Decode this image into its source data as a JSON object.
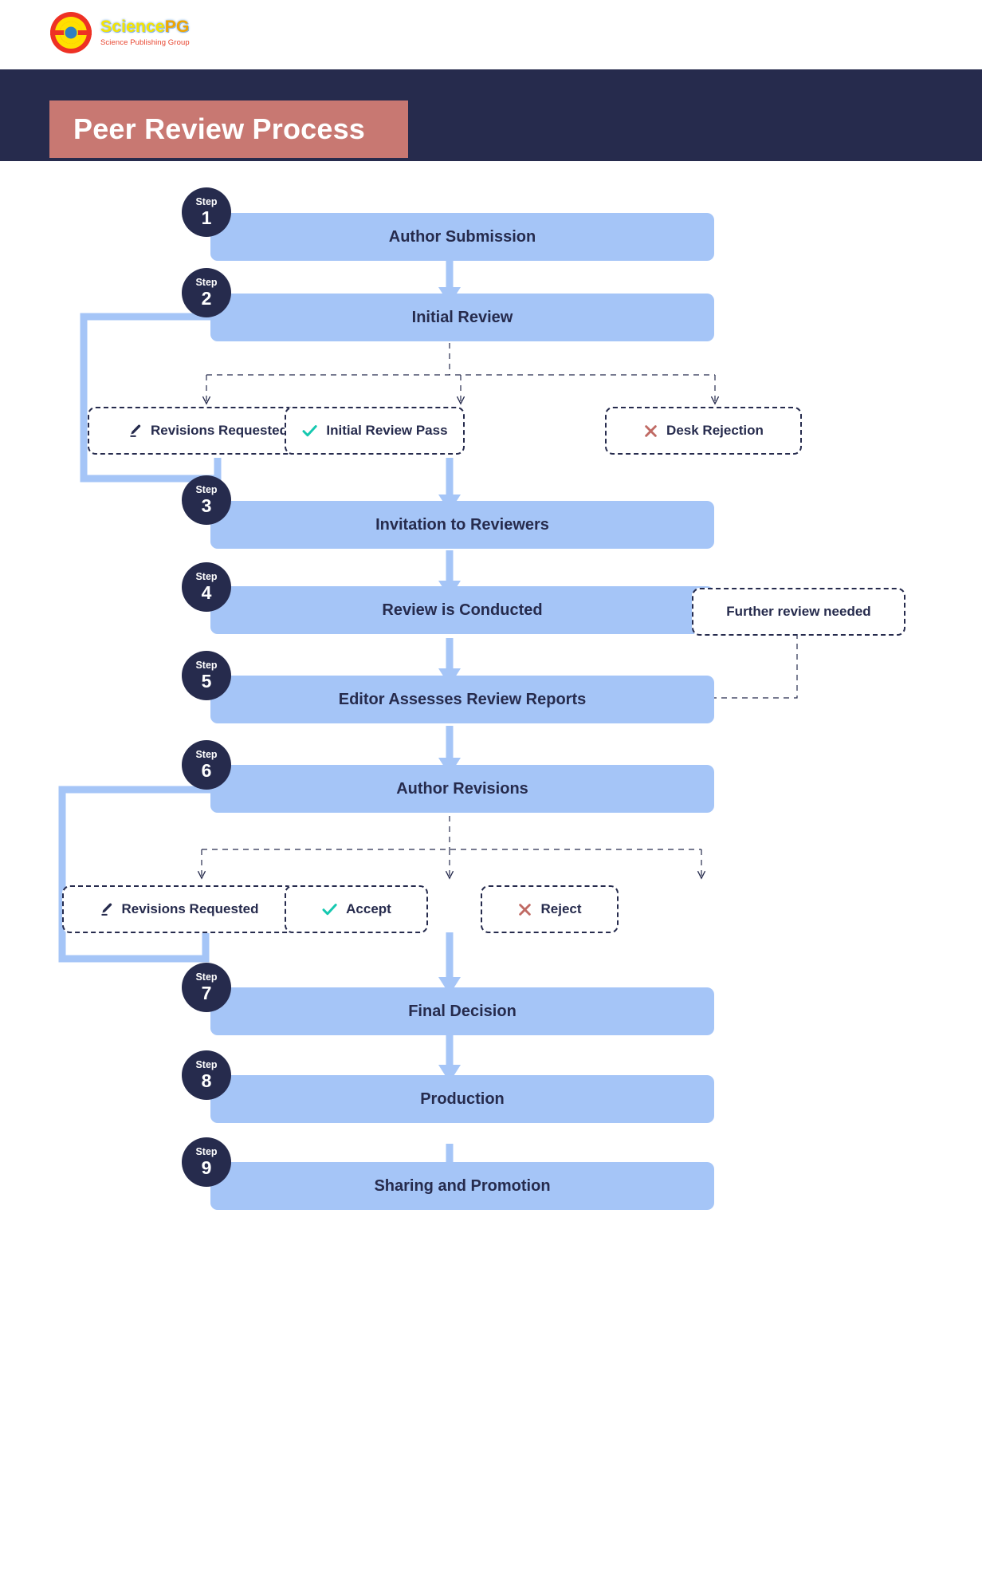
{
  "brand": {
    "logo_title_main": "Science",
    "logo_title_accent": "PG",
    "logo_subtitle": "Science Publishing Group",
    "logo_icon": "sciencepg-circle-logo"
  },
  "header": {
    "title": "Peer Review Process",
    "band_color": "#262b4d",
    "chip_color": "#c87872"
  },
  "colors": {
    "step_bar": "#a5c5f7",
    "badge": "#262b4d",
    "arrow": "#a5c5f7",
    "dashed_border": "#262b4d",
    "check": "#16c8b0",
    "cross": "#c06a64",
    "text": "#262b4d"
  },
  "chart_data": {
    "type": "diagram",
    "title": "Peer Review Process",
    "nodes": [
      {
        "id": "s1",
        "kind": "step",
        "step_label": "Step",
        "step_number": "1",
        "label": "Author Submission"
      },
      {
        "id": "s2",
        "kind": "step",
        "step_label": "Step",
        "step_number": "2",
        "label": "Initial Review"
      },
      {
        "id": "d1",
        "kind": "decision",
        "label": "Revisions Requested",
        "icon": "pencil-icon"
      },
      {
        "id": "d2",
        "kind": "decision",
        "label": "Initial Review Pass",
        "icon": "check-icon"
      },
      {
        "id": "d3",
        "kind": "decision",
        "label": "Desk Rejection",
        "icon": "cross-icon"
      },
      {
        "id": "s3",
        "kind": "step",
        "step_label": "Step",
        "step_number": "3",
        "label": "Invitation to Reviewers"
      },
      {
        "id": "s4",
        "kind": "step",
        "step_label": "Step",
        "step_number": "4",
        "label": "Review is Conducted"
      },
      {
        "id": "fr",
        "kind": "decision",
        "label": "Further review needed",
        "icon": "none"
      },
      {
        "id": "s5",
        "kind": "step",
        "step_label": "Step",
        "step_number": "5",
        "label": "Editor Assesses Review Reports"
      },
      {
        "id": "s6",
        "kind": "step",
        "step_label": "Step",
        "step_number": "6",
        "label": "Author Revisions"
      },
      {
        "id": "d4",
        "kind": "decision",
        "label": "Revisions Requested",
        "icon": "pencil-icon"
      },
      {
        "id": "d5",
        "kind": "decision",
        "label": "Accept",
        "icon": "check-icon"
      },
      {
        "id": "d6",
        "kind": "decision",
        "label": "Reject",
        "icon": "cross-icon"
      },
      {
        "id": "s7",
        "kind": "step",
        "step_label": "Step",
        "step_number": "7",
        "label": "Final Decision"
      },
      {
        "id": "s8",
        "kind": "step",
        "step_label": "Step",
        "step_number": "8",
        "label": "Production"
      },
      {
        "id": "s9",
        "kind": "step",
        "step_label": "Step",
        "step_number": "9",
        "label": "Sharing and Promotion"
      }
    ],
    "edges": [
      {
        "from": "s1",
        "to": "s2",
        "style": "solid-arrow"
      },
      {
        "from": "s2",
        "to": "d1",
        "style": "dashed-arrow"
      },
      {
        "from": "s2",
        "to": "d2",
        "style": "dashed-arrow"
      },
      {
        "from": "s2",
        "to": "d3",
        "style": "dashed-arrow"
      },
      {
        "from": "d1",
        "to": "s2",
        "style": "solid-loop-left"
      },
      {
        "from": "d2",
        "to": "s3",
        "style": "solid-arrow"
      },
      {
        "from": "s3",
        "to": "s4",
        "style": "solid-arrow"
      },
      {
        "from": "fr",
        "to": "s4",
        "style": "dashed-arrow-left"
      },
      {
        "from": "s5",
        "to": "fr",
        "style": "dashed-line"
      },
      {
        "from": "s4",
        "to": "s5",
        "style": "solid-arrow"
      },
      {
        "from": "s5",
        "to": "s6",
        "style": "solid-arrow"
      },
      {
        "from": "s6",
        "to": "d4",
        "style": "dashed-arrow"
      },
      {
        "from": "s6",
        "to": "d5",
        "style": "dashed-arrow"
      },
      {
        "from": "s6",
        "to": "d6",
        "style": "dashed-arrow"
      },
      {
        "from": "d4",
        "to": "s6",
        "style": "solid-loop-left"
      },
      {
        "from": "d5",
        "to": "s7",
        "style": "solid-arrow"
      },
      {
        "from": "s7",
        "to": "s8",
        "style": "solid-arrow"
      },
      {
        "from": "s8",
        "to": "s9",
        "style": "solid-arrow"
      }
    ]
  },
  "steps": {
    "s1": {
      "label": "Step",
      "number": "1",
      "title": "Author Submission"
    },
    "s2": {
      "label": "Step",
      "number": "2",
      "title": "Initial Review"
    },
    "s3": {
      "label": "Step",
      "number": "3",
      "title": "Invitation to Reviewers"
    },
    "s4": {
      "label": "Step",
      "number": "4",
      "title": "Review is Conducted"
    },
    "s5": {
      "label": "Step",
      "number": "5",
      "title": "Editor Assesses Review Reports"
    },
    "s6": {
      "label": "Step",
      "number": "6",
      "title": "Author Revisions"
    },
    "s7": {
      "label": "Step",
      "number": "7",
      "title": "Final Decision"
    },
    "s8": {
      "label": "Step",
      "number": "8",
      "title": "Production"
    },
    "s9": {
      "label": "Step",
      "number": "9",
      "title": "Sharing and Promotion"
    }
  },
  "decisions": {
    "d1": {
      "label": "Revisions Requested"
    },
    "d2": {
      "label": "Initial Review Pass"
    },
    "d3": {
      "label": "Desk Rejection"
    },
    "fr": {
      "label": "Further review needed"
    },
    "d4": {
      "label": "Revisions Requested"
    },
    "d5": {
      "label": "Accept"
    },
    "d6": {
      "label": "Reject"
    }
  }
}
